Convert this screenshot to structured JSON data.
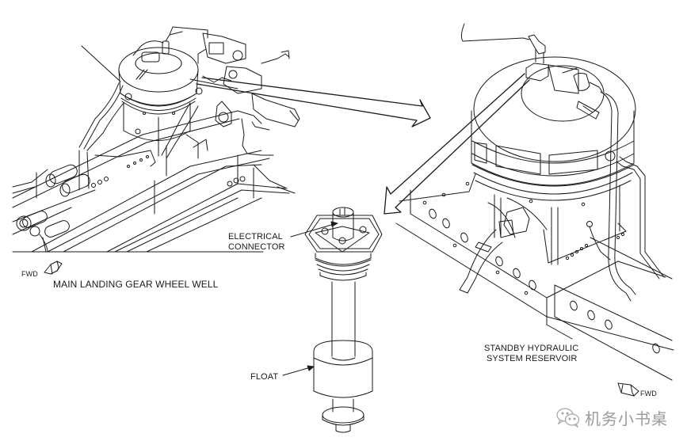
{
  "figure": {
    "title_left": "MAIN LANDING GEAR WHEEL WELL",
    "fwd_left": "FWD",
    "fwd_right": "FWD",
    "component_label_1": "ELECTRICAL",
    "component_label_2": "CONNECTOR",
    "float_label": "FLOAT",
    "reservoir_label_1": "STANDBY HYDRAULIC",
    "reservoir_label_2": "SYSTEM RESERVOIR"
  },
  "watermark": {
    "icon": "wechat-icon",
    "text": "机务小书桌"
  },
  "colors": {
    "line": "#1a1a1a",
    "background": "#ffffff",
    "watermark": "#9a9a9a"
  }
}
